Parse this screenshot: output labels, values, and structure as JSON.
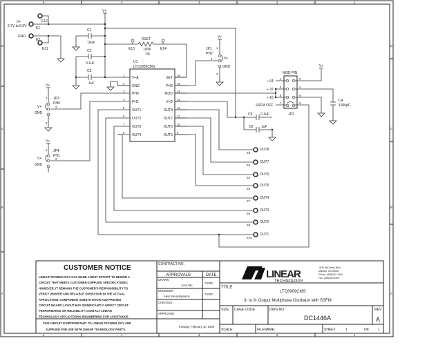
{
  "zones": {
    "cols": [
      "5",
      "4",
      "3",
      "2",
      "1"
    ],
    "rows": [
      "D",
      "C",
      "B",
      "A"
    ]
  },
  "power": {
    "vplus": "V+",
    "vin_range": "2.7V to 5.5V",
    "gnd": "GND",
    "e1": "E1",
    "e2": "E2",
    "e11": "E11",
    "e12": "E12"
  },
  "caps": {
    "c1": "C1",
    "c1v": "10uF",
    "c2": "C2",
    "c2v": "0.1uF",
    "c3": "C3",
    "c3v": "1uF",
    "c4": "C4",
    "c4v": "1000pF",
    "c5": "C5",
    "c5v": "0.1uF",
    "c6": "C6",
    "c6v": "1uF"
  },
  "rset": {
    "name": "RSET",
    "value": "100K",
    "tol": "1%",
    "e13": "E13",
    "e14": "E14"
  },
  "ic": {
    "ref": "U1",
    "part": "LTC6909CMS",
    "left_pins": [
      {
        "num": "1",
        "name": "V+A"
      },
      {
        "num": "2",
        "name": "GND"
      },
      {
        "num": "3",
        "name": "PH0"
      },
      {
        "num": "4",
        "name": "PH1"
      },
      {
        "num": "5",
        "name": "OUT1"
      },
      {
        "num": "6",
        "name": "OUT2"
      },
      {
        "num": "7",
        "name": "OUT3"
      },
      {
        "num": "8",
        "name": "OUT4"
      }
    ],
    "right_pins": [
      {
        "num": "16",
        "name": "SET"
      },
      {
        "num": "15",
        "name": "PH2"
      },
      {
        "num": "14",
        "name": "MOD"
      },
      {
        "num": "13",
        "name": "V+D"
      },
      {
        "num": "12",
        "name": "OUT8"
      },
      {
        "num": "11",
        "name": "OUT7"
      },
      {
        "num": "10",
        "name": "OUT6"
      },
      {
        "num": "9",
        "name": "OUT5"
      }
    ]
  },
  "jumpers": {
    "jp1": {
      "ref": "JP1",
      "sig": "PH2",
      "p1": "1",
      "p2": "2",
      "p3": "3",
      "vplus": "V+",
      "gnd": "GND"
    },
    "jp3": {
      "ref": "JP3",
      "sig": "PH0",
      "p1": "1",
      "p2": "2",
      "p3": "3",
      "vplus": "V+",
      "gnd": "GND"
    },
    "jp4": {
      "ref": "JP4",
      "sig": "PH1",
      "p1": "1",
      "p2": "2",
      "p3": "3",
      "vplus": "V+",
      "gnd": "GND"
    },
    "jp2": {
      "ref": "JP2",
      "title": "MOD PIN",
      "labels": [
        "÷ 64",
        "÷ 32",
        "÷ 16",
        "SSFM OFF"
      ],
      "pins": [
        "1",
        "2",
        "3",
        "4",
        "5",
        "6",
        "7",
        "8"
      ]
    }
  },
  "outputs": [
    {
      "e": "E3",
      "name": "OUT8"
    },
    {
      "e": "E4",
      "name": "OUT7"
    },
    {
      "e": "E5",
      "name": "OUT6"
    },
    {
      "e": "E6",
      "name": "OUT5"
    },
    {
      "e": "E7",
      "name": "OUT4"
    },
    {
      "e": "E8",
      "name": "OUT3"
    },
    {
      "e": "E9",
      "name": "OUT2"
    },
    {
      "e": "E10",
      "name": "OUT1"
    }
  ],
  "title_block": {
    "notice_title": "CUSTOMER NOTICE",
    "notice_lines": [
      "LINEAR TECHNOLOGY HAS MADE A BEST EFFORT TO DESIGN A",
      "CIRCUIT THAT MEETS CUSTOMER-SUPPLIED SPECIFICATIONS;",
      "HOWEVER, IT REMAINS THE CUSTOMER'S RESPONSIBILITY TO",
      "VERIFY PROPER AND RELIABLE OPERATION IN THE ACTUAL",
      "APPLICATION.  COMPONENT SUBSTITUTION AND PRINTED",
      "CIRCUIT BOARD LAYOUT MAY SIGNIFICANTLY AFFECT CIRCUIT",
      "PERFORMANCE OR RELIABILITY.  CONTACT LINEAR",
      "TECHNOLOGY APPLICATIONS ENGINEERING FOR ASSISTANCE."
    ],
    "proprietary": [
      "THIS CIRCUIT IS PROPRIETARY TO LINEAR TECHNOLOGY AND",
      "SUPPLIED FOR USE WITH LINEAR TECHNOLOGY PARTS."
    ],
    "contract": "CONTRACT NO.",
    "approvals": "APPROVALS",
    "date": "DATE",
    "drawn": "DRAWN",
    "drawn_by": "June Wu",
    "drawn_date": "7/2/08",
    "engineer": "ENGINEER",
    "engineer_name": "Alexi Sevastopoulos",
    "engineer_date": "7/2/08",
    "checked": "CHECKED",
    "approved": "APPROVED",
    "print_date": "Tuesday, February 10, 2009",
    "logo": "LINEAR",
    "logo_sub": "TECHNOLOGY",
    "address": [
      "1630 McCarthy Blvd.",
      "Milpitas, CA 95035",
      "Phone: (408)432-1900",
      "Fax: (408)434-0507"
    ],
    "title_label": "TITLE",
    "title1": "LTC6909CMS",
    "title2": "3- to 8- Output Multiphase Oscillator with SSFM",
    "size": "SIZE",
    "cage": "CAGE CODE",
    "dwg_label": "DWG NO",
    "dwg": "DC1446A",
    "rev_label": "REV",
    "rev": "A",
    "scale": "SCALE:",
    "filename": "FILENAME:",
    "sheet": "SHEET",
    "sheet_num": "1",
    "of": "OF",
    "sheet_total": "1"
  }
}
